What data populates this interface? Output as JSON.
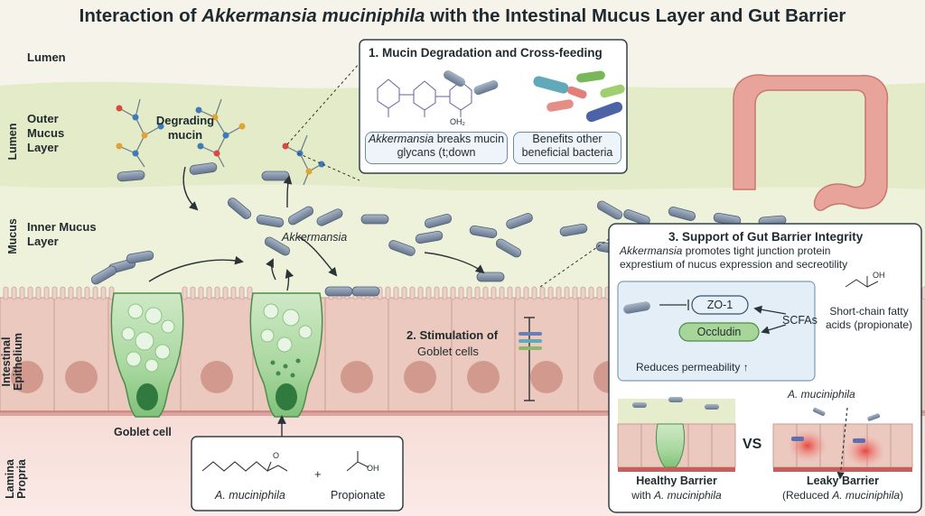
{
  "title": {
    "pre": "Interaction of ",
    "italic": "Akkermansia muciniphila",
    "post": " with the Intestinal Mucus Layer and Gut Barrier"
  },
  "side_labels": {
    "lumen": "Lumen",
    "mucus": "Mucus",
    "epithelium": "Intestinal Epithelium",
    "lamina": "Lamina Propria"
  },
  "zone_labels": {
    "lumen": "Lumen",
    "outer_mucus": "Outer Mucus Layer",
    "inner_mucus": "Inner Mucus Layer"
  },
  "labels": {
    "degrading_mucin": "Degrading mucin",
    "akkermansia": "Akkermansia",
    "goblet_cell": "Goblet cell"
  },
  "panel1": {
    "title": "1. Mucin Degradation and Cross-feeding",
    "box_left_italic": "Akkermansia",
    "box_left_rest": " breaks mucin glycans (t;down",
    "box_right": "Benefits other beneficial bacteria",
    "chem_oh2": "OH₂"
  },
  "panel2": {
    "title": "2. Stimulation of",
    "subtitle": "Goblet cells"
  },
  "panel3": {
    "title": "3. Support of Gut Barrier Integrity",
    "desc_italic": "Akkermansia",
    "desc_rest": " promotes tight junction protein",
    "desc_line2": "exprestium of nucus expression and secreotility",
    "zo1": "ZO-1",
    "occludin": "Occludin",
    "scfas": "SCFAs",
    "reduces": "Reduces permeability ↑",
    "scfa_desc": "Short-chain fatty acids (propionate)",
    "oh": "OH",
    "a_muc": "A. muciniphila",
    "vs": "VS",
    "healthy_title": "Healthy Barrier",
    "healthy_sub_pre": "with ",
    "healthy_sub_italic": "A. muciniphila",
    "leaky_title": "Leaky Barrier",
    "leaky_sub_pre": "(Reduced ",
    "leaky_sub_italic": "A. muciniphila",
    "leaky_sub_post": ")"
  },
  "bottom_box": {
    "left_label": "A. muciniphila",
    "plus": "+",
    "right_label": "Propionate",
    "chem_o": "O",
    "chem_oh": "OH"
  },
  "colors": {
    "lumen_bg": "#f6f4ea",
    "mucus_outer": "#e3ebc9",
    "mucus_inner": "#eef2da",
    "epithelium": "#ecc9bf",
    "lamina": "#f9e2df",
    "bacteria": "#7f8fa6",
    "goblet": "#8fc98a"
  }
}
